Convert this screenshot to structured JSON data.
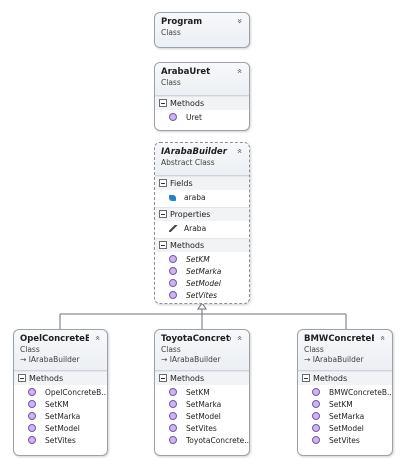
{
  "program": {
    "name": "Program",
    "stereotype": "Class"
  },
  "araba_uret": {
    "name": "ArabaUret",
    "stereotype": "Class",
    "methods_label": "Methods",
    "methods": [
      "Uret"
    ]
  },
  "iaraba_builder": {
    "name": "IArabaBuilder",
    "stereotype": "Abstract Class",
    "fields_label": "Fields",
    "fields": [
      "araba"
    ],
    "properties_label": "Properties",
    "properties": [
      "Araba"
    ],
    "methods_label": "Methods",
    "methods": [
      "SetKM",
      "SetMarka",
      "SetModel",
      "SetVites"
    ]
  },
  "opel": {
    "name": "OpelConcreteBu...",
    "stereotype": "Class",
    "base": "IArabaBuilder",
    "methods_label": "Methods",
    "methods": [
      "OpelConcreteB...",
      "SetKM",
      "SetMarka",
      "SetModel",
      "SetVites"
    ]
  },
  "toyota": {
    "name": "ToyotaConcrete...",
    "stereotype": "Class",
    "base": "IArabaBuilder",
    "methods_label": "Methods",
    "methods": [
      "SetKM",
      "SetMarka",
      "SetModel",
      "SetVites",
      "ToyotaConcrete..."
    ]
  },
  "bmw": {
    "name": "BMWConcreteB...",
    "stereotype": "Class",
    "base": "IArabaBuilder",
    "methods_label": "Methods",
    "methods": [
      "BMWConcreteB...",
      "SetKM",
      "SetMarka",
      "SetModel",
      "SetVites"
    ]
  },
  "icons": {
    "collapse": "collapse-chevrons-icon",
    "expand": "expand-chevrons-icon",
    "method": "method-icon",
    "field": "field-icon",
    "property": "property-wrench-icon",
    "inherit": "inherit-arrow-icon"
  },
  "symbols": {
    "expand": "»",
    "collapse": "«",
    "inherit_arrow": "→"
  },
  "colors": {
    "box_border": "#9aa3ad",
    "method": "#cbb6ea",
    "field": "#1f86c8"
  }
}
